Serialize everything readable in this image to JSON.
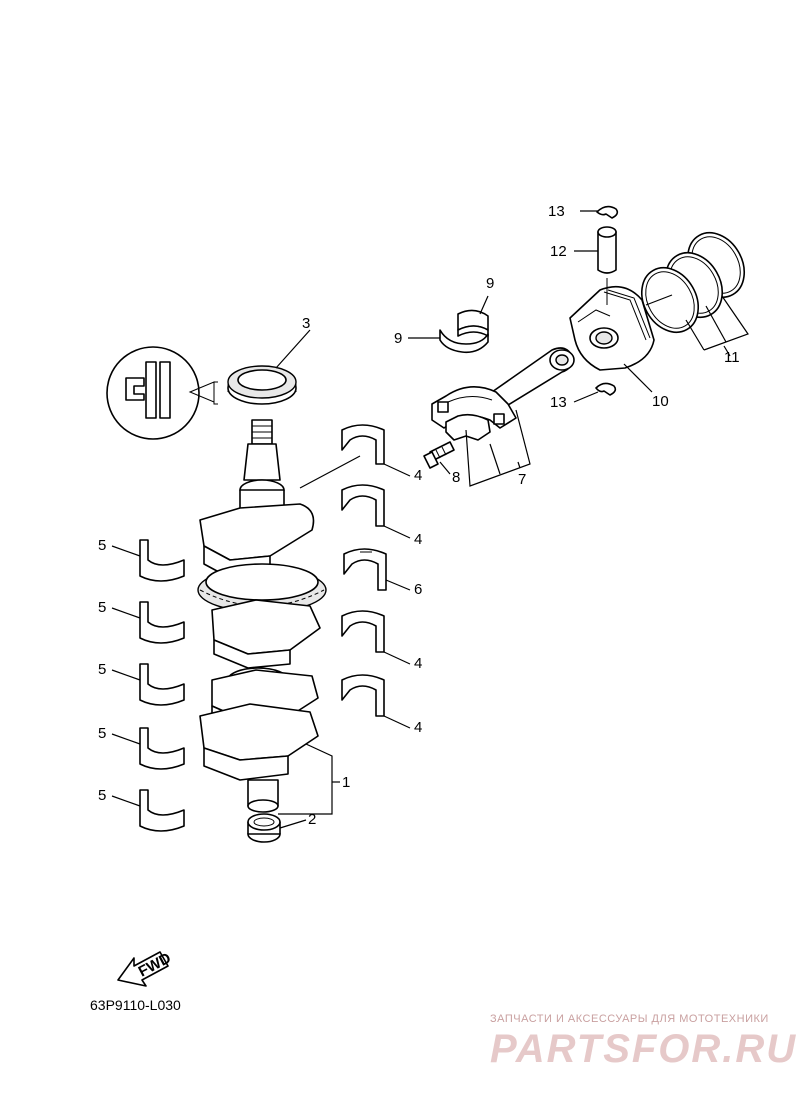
{
  "diagram": {
    "labels": {
      "l1": "1",
      "l2": "2",
      "l3": "3",
      "l4a": "4",
      "l4b": "4",
      "l4c": "4",
      "l4d": "4",
      "l5a": "5",
      "l5b": "5",
      "l5c": "5",
      "l5d": "5",
      "l5e": "5",
      "l6": "6",
      "l7": "7",
      "l8": "8",
      "l9a": "9",
      "l9b": "9",
      "l10": "10",
      "l11": "11",
      "l12": "12",
      "l13a": "13",
      "l13b": "13"
    },
    "fwd_label": "FWD",
    "diagram_code": "63P9110-L030"
  },
  "watermark": {
    "tagline": "ЗАПЧАСТИ И АКСЕССУАРЫ ДЛЯ МОТОТЕХНИКИ",
    "brand": "PARTSFOR.RU"
  }
}
